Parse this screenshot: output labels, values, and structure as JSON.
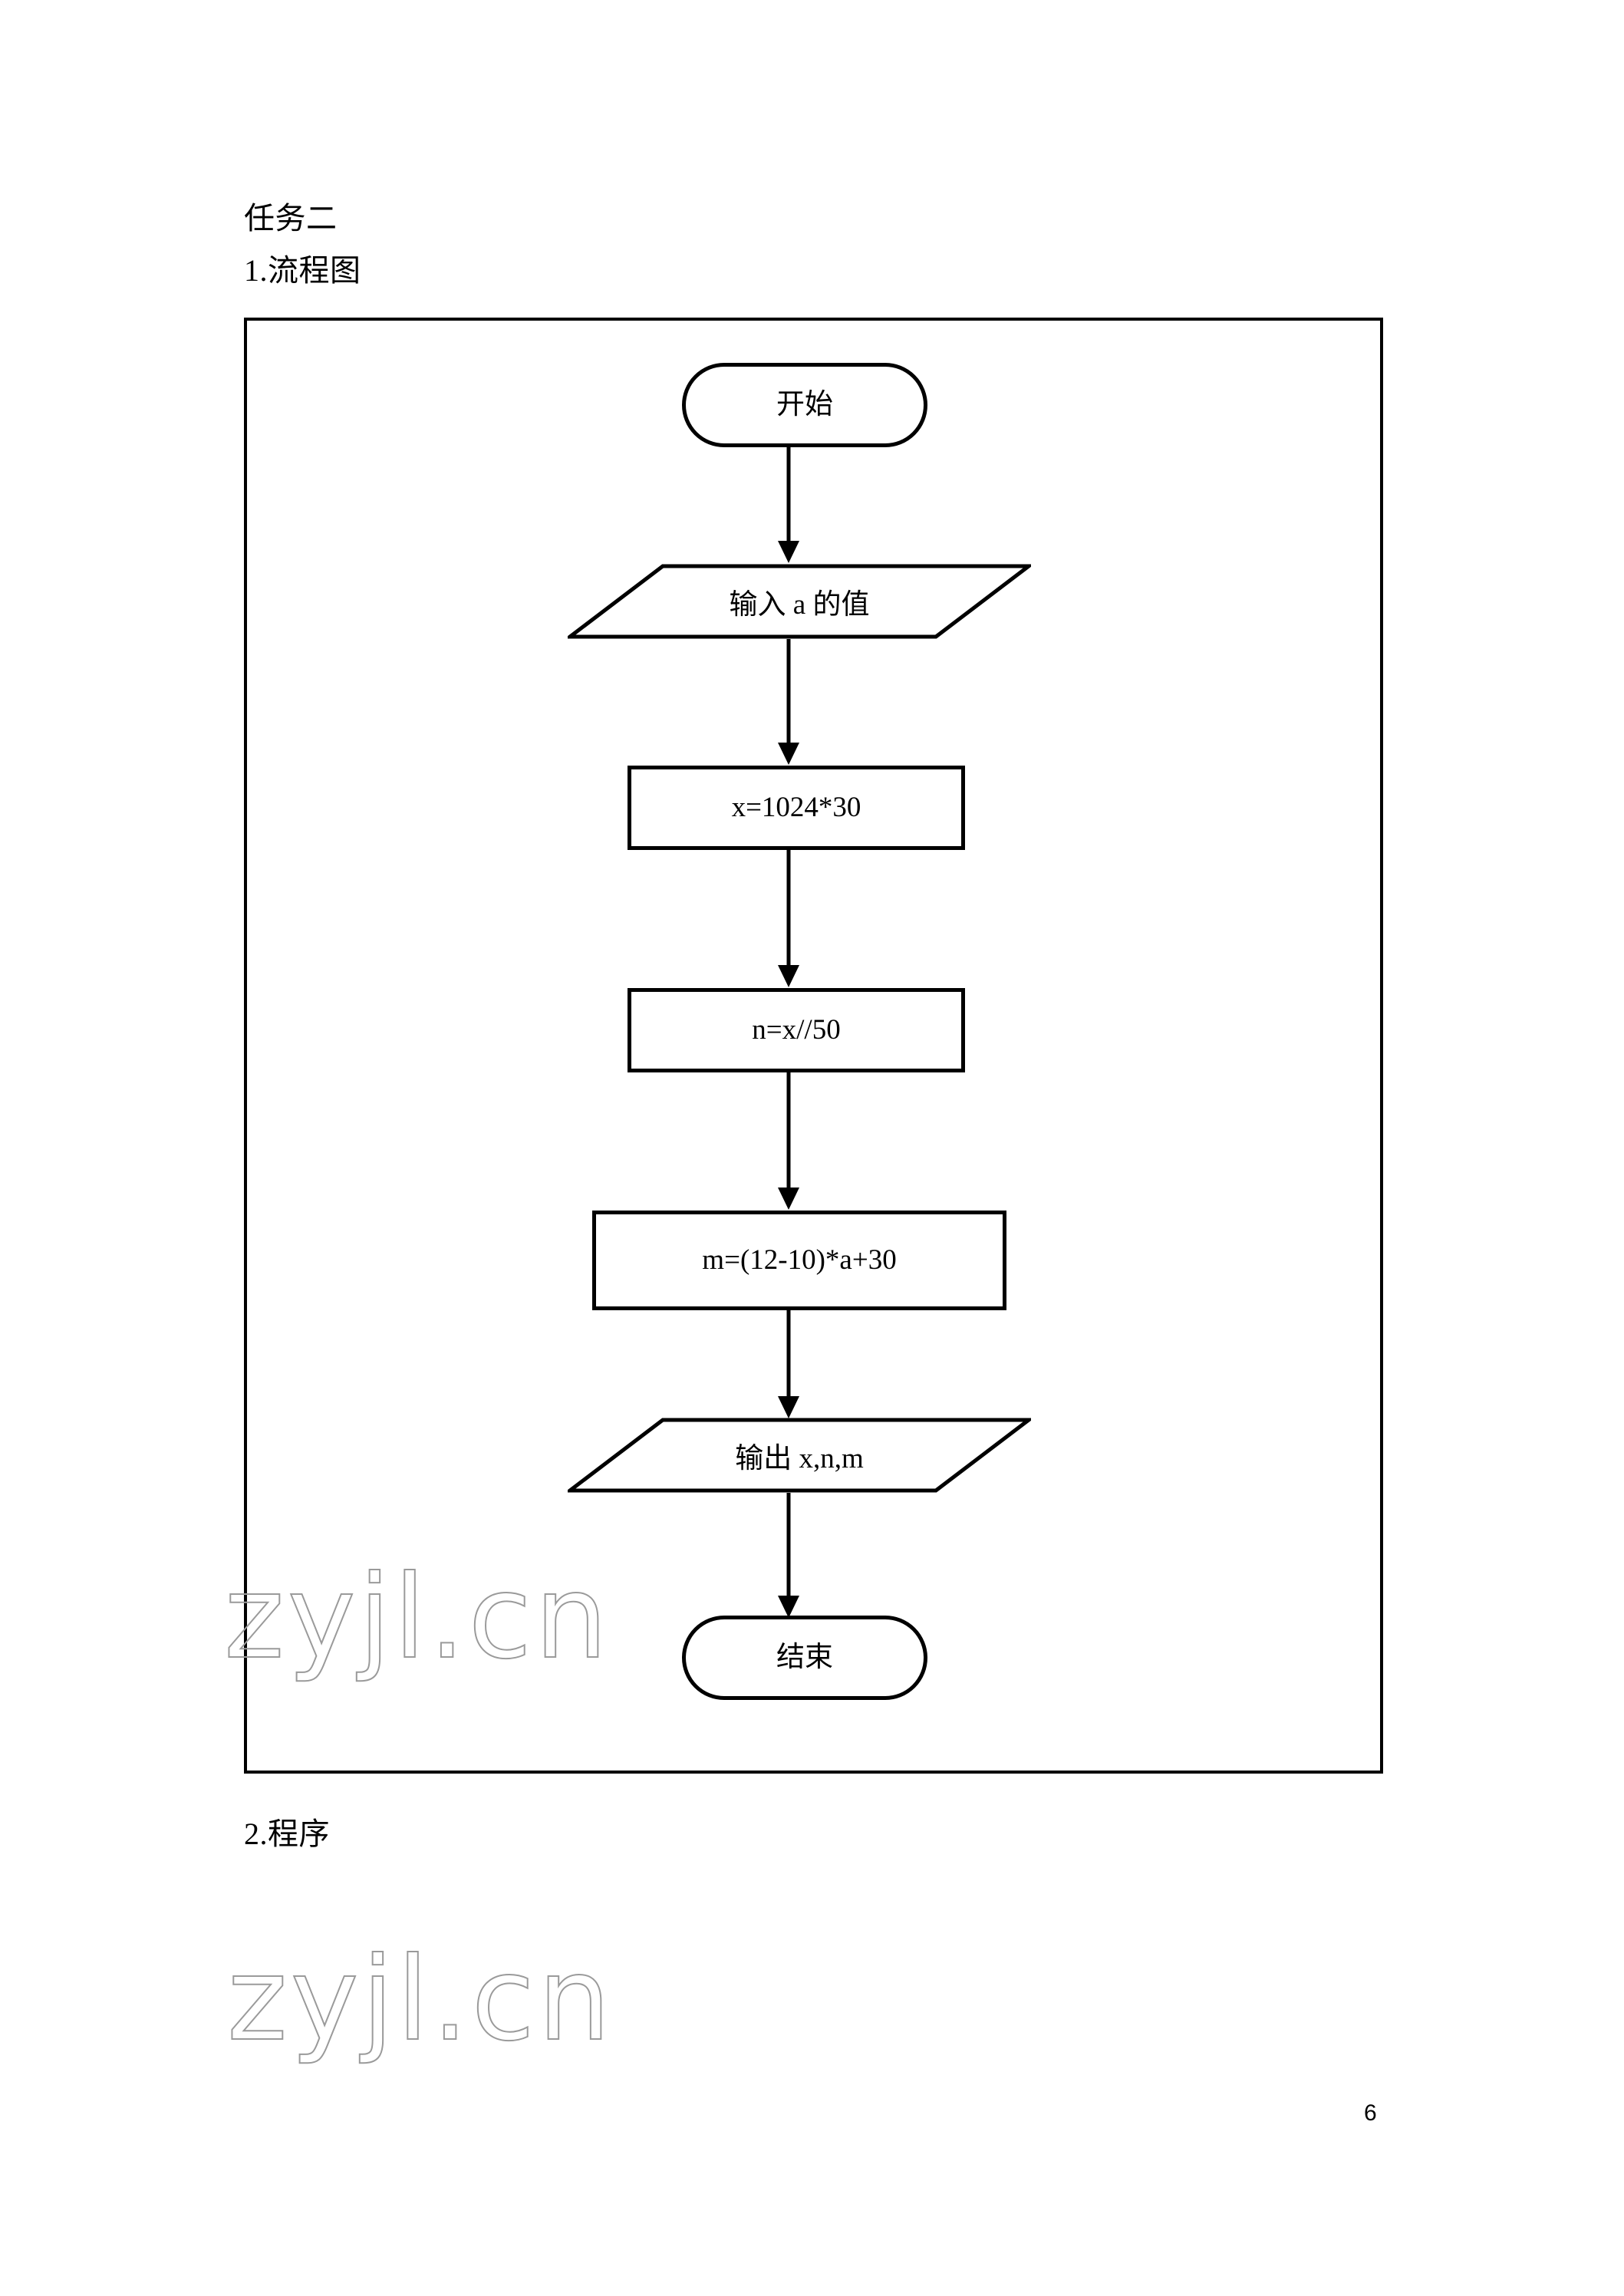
{
  "document": {
    "task_heading": "任务二",
    "section1_heading": "1.流程图",
    "section2_heading": "2.程序",
    "page_number": "6"
  },
  "watermark": {
    "text": "zyjl.cn",
    "color": "#9a9a9a"
  },
  "flowchart": {
    "frame_color": "#000000",
    "node_fill": "#ffffff",
    "line_color": "#000000",
    "nodes": [
      {
        "id": "start",
        "type": "terminator",
        "label": "开始"
      },
      {
        "id": "input-a",
        "type": "io",
        "label": "输入 a 的值"
      },
      {
        "id": "calc-x",
        "type": "process",
        "label": "x=1024*30"
      },
      {
        "id": "calc-n",
        "type": "process",
        "label": "n=x//50"
      },
      {
        "id": "calc-m",
        "type": "process",
        "label": "m=(12-10)*a+30"
      },
      {
        "id": "output",
        "type": "io",
        "label": "输出 x,n,m"
      },
      {
        "id": "end",
        "type": "terminator",
        "label": "结束"
      }
    ],
    "edges": [
      {
        "from": "start",
        "to": "input-a"
      },
      {
        "from": "input-a",
        "to": "calc-x"
      },
      {
        "from": "calc-x",
        "to": "calc-n"
      },
      {
        "from": "calc-n",
        "to": "calc-m"
      },
      {
        "from": "calc-m",
        "to": "output"
      },
      {
        "from": "output",
        "to": "end"
      }
    ]
  }
}
